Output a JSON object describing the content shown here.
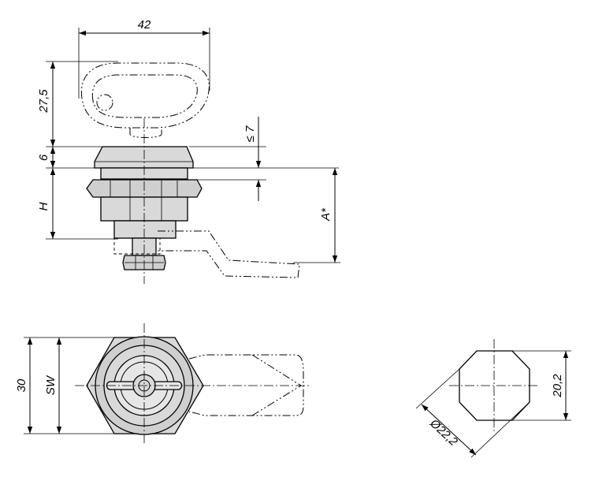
{
  "dimensions": {
    "key_width": "42",
    "key_height": "27,5",
    "head_height": "6",
    "thread_length": "H",
    "panel_thickness": "≤ 7",
    "cam_offset": "A*",
    "flange_diameter": "30",
    "wrench_size": "SW",
    "cutout_diameter": "Ø22,2",
    "cutout_flat": "20,2"
  },
  "colors": {
    "line": "#000000",
    "part_fill": "#d9d9d9",
    "part_fill_dark": "#bdbdbd",
    "background": "#ffffff"
  }
}
